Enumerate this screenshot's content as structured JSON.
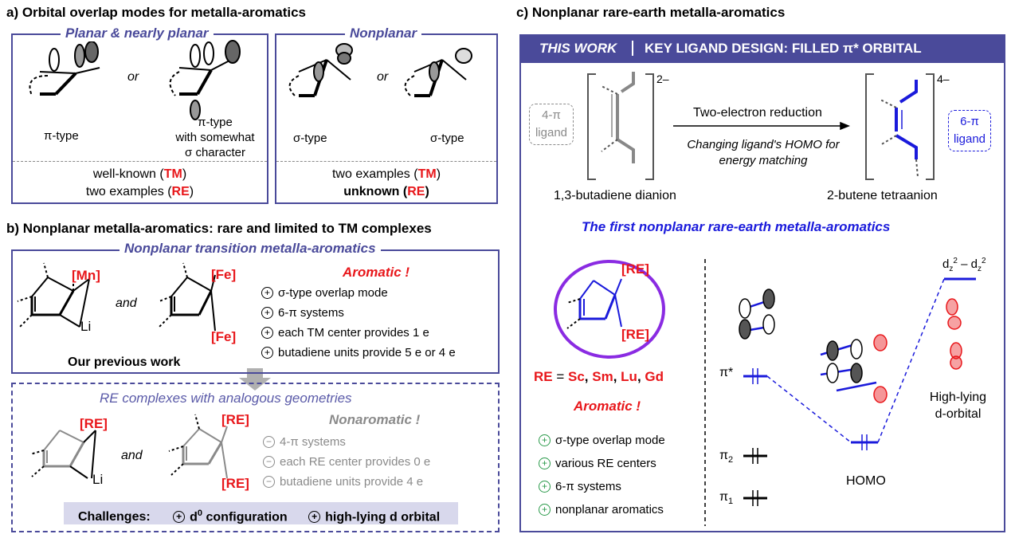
{
  "panel_a": {
    "title": "a) Orbital overlap modes for metalla-aromatics",
    "planar_tab": "Planar & nearly planar",
    "nonplanar_tab": "Nonplanar",
    "or1": "or",
    "or2": "or",
    "pi_type": "π-type",
    "pi_sigma_line1": "π-type",
    "pi_sigma_line2": "with somewhat",
    "pi_sigma_line3": "σ character",
    "sigma_type_1": "σ-type",
    "sigma_type_2": "σ-type",
    "left_status_1_pre": "well-known (",
    "left_status_1_tag": "TM",
    "left_status_1_post": ")",
    "left_status_2_pre": "two examples (",
    "left_status_2_tag": "RE",
    "left_status_2_post": ")",
    "right_status_1_pre": "two examples (",
    "right_status_1_tag": "TM",
    "right_status_1_post": ")",
    "right_status_2_pre": "unknown (",
    "right_status_2_tag": "RE",
    "right_status_2_post": ")"
  },
  "panel_b": {
    "title": "b) Nonplanar metalla-aromatics: rare and limited to TM complexes",
    "tm_tab": "Nonplanar transition metalla-aromatics",
    "mn_label": "[Mn]",
    "li_label": "Li",
    "and1": "and",
    "fe_top": "[Fe]",
    "fe_bottom": "[Fe]",
    "previous_work": "Our previous work",
    "aromatic": "Aromatic !",
    "tm_bullets": [
      "σ-type overlap mode",
      "6-π systems",
      "each TM center provides 1 e",
      "butadiene units provide 5 e or 4 e"
    ],
    "re_title": "RE complexes with analogous geometries",
    "re_label": "[RE]",
    "li_label2": "Li",
    "and2": "and",
    "re_top": "[RE]",
    "re_bottom": "[RE]",
    "nonaromatic": "Nonaromatic !",
    "re_bullets": [
      "4-π systems",
      "each RE center provides 0 e",
      "butadiene units provide 4 e"
    ],
    "challenges_label": "Challenges:",
    "challenge_1": "d",
    "challenge_1_sup": "0",
    "challenge_1_post": " configuration",
    "challenge_2": "high-lying d orbital"
  },
  "panel_c": {
    "title": "c) Nonplanar rare-earth metalla-aromatics",
    "banner_left": "THIS WORK",
    "banner_right": "KEY LIGAND DESIGN: FILLED π* ORBITAL",
    "ligand_4pi_1": "4-π",
    "ligand_4pi_2": "ligand",
    "charge_2": "2–",
    "charge_4": "4–",
    "arrow_top": "Two-electron reduction",
    "arrow_bottom_1": "Changing ligand's HOMO for",
    "arrow_bottom_2": "energy matching",
    "ligand_6pi_1": "6-π",
    "ligand_6pi_2": "ligand",
    "dianion": "1,3-butadiene dianion",
    "tetraanion": "2-butene tetraanion",
    "first_title": "The first nonplanar rare-earth metalla-aromatics",
    "re_top": "[RE]",
    "re_bottom": "[RE]",
    "re_eq_pre": "RE",
    "re_eq_mid": " = ",
    "re_sc": "Sc",
    "re_sm": "Sm",
    "re_lu": "Lu",
    "re_gd": "Gd",
    "aromatic": "Aromatic !",
    "bullets": [
      "σ-type overlap mode",
      "various RE centers",
      "6-π systems",
      "nonplanar aromatics"
    ],
    "pi_star": "π*",
    "pi_2": "π",
    "pi_2_sub": "2",
    "pi_1": "π",
    "pi_1_sub": "1",
    "homo": "HOMO",
    "dz_label": "d",
    "high_lying_1": "High-lying",
    "high_lying_2": "d-orbital"
  },
  "colors": {
    "frame": "#4a4a9a",
    "red": "#e8161a",
    "blue": "#1a1adb",
    "purple": "#8a2be2",
    "green": "#2a9a4a",
    "gray": "#8a8a8a"
  }
}
